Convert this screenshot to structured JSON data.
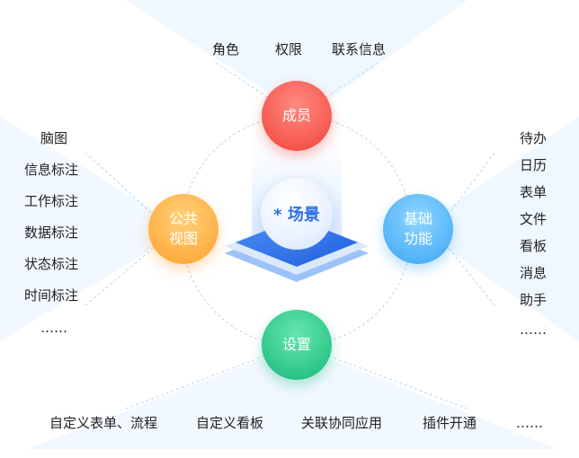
{
  "center": {
    "label": "* 场景"
  },
  "nodes": {
    "top": {
      "label": "成员"
    },
    "left": {
      "line1": "公共",
      "line2": "视图"
    },
    "right": {
      "line1": "基础",
      "line2": "功能"
    },
    "bottom": {
      "label": "设置"
    }
  },
  "top_items": [
    "角色",
    "权限",
    "联系信息"
  ],
  "left_items": [
    "脑图",
    "信息标注",
    "工作标注",
    "数据标注",
    "状态标注",
    "时间标注",
    "……"
  ],
  "right_items": [
    "待办",
    "日历",
    "表单",
    "文件",
    "看板",
    "消息",
    "助手",
    "……"
  ],
  "bottom_items": [
    "自定义表单、流程",
    "自定义看板",
    "关联协同应用",
    "插件开通",
    "……"
  ],
  "colors": {
    "top": "#f2433b",
    "left": "#ff9f2e",
    "right": "#3aa5f5",
    "bottom": "#16b878",
    "accent": "#2f6fe0"
  }
}
